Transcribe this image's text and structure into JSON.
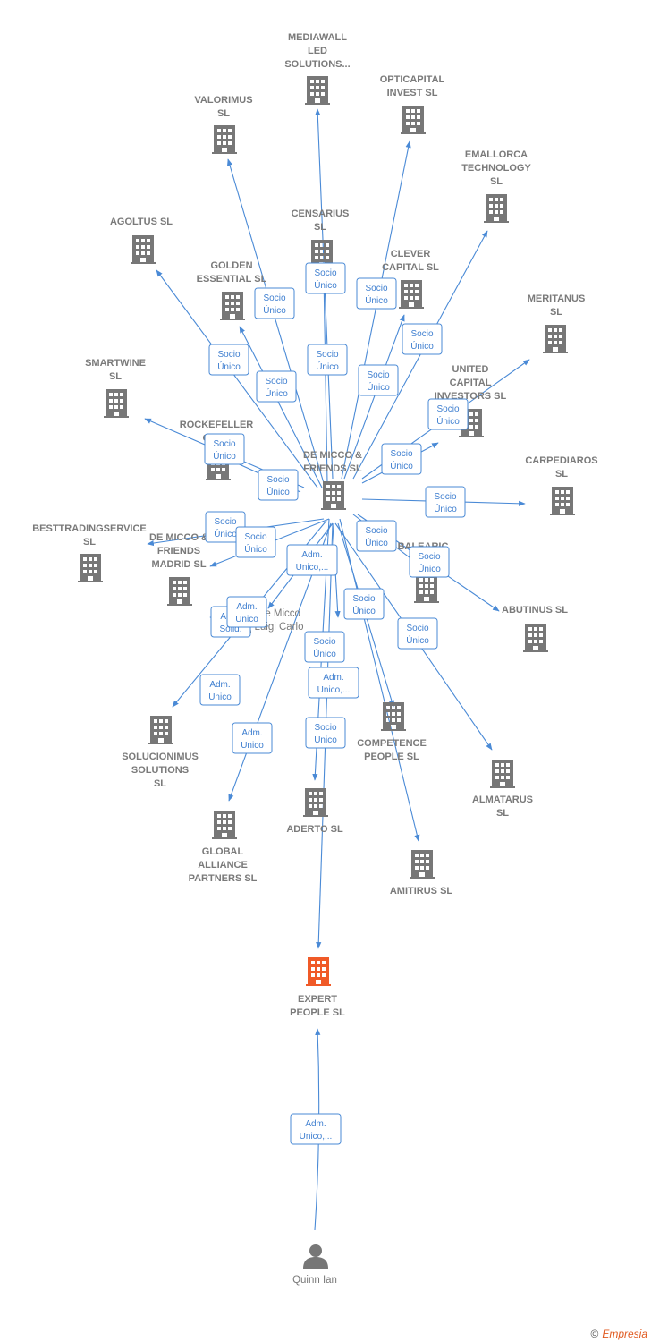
{
  "colors": {
    "node": "#777777",
    "highlight": "#f05a28",
    "edge": "#4a8ad6"
  },
  "nodes": [
    {
      "id": "mediawall",
      "lines": [
        "MEDIAWALL",
        "LED",
        "SOLUTIONS..."
      ],
      "icon": "building-icon"
    },
    {
      "id": "opticapital",
      "lines": [
        "OPTICAPITAL",
        "INVEST  SL"
      ],
      "icon": "building-icon"
    },
    {
      "id": "valorimus",
      "lines": [
        "VALORIMUS",
        "SL"
      ],
      "icon": "building-icon"
    },
    {
      "id": "emallorca",
      "lines": [
        "EMALLORCA",
        "TECHNOLOGY",
        "SL"
      ],
      "icon": "building-icon"
    },
    {
      "id": "agoltus",
      "lines": [
        "AGOLTUS  SL"
      ],
      "icon": "building-icon"
    },
    {
      "id": "censarius",
      "lines": [
        "CENSARIUS",
        "SL"
      ],
      "icon": "building-icon"
    },
    {
      "id": "golden",
      "lines": [
        "GOLDEN",
        "ESSENTIAL  SL"
      ],
      "icon": "building-icon"
    },
    {
      "id": "clever",
      "lines": [
        "CLEVER",
        "CAPITAL  SL"
      ],
      "icon": "building-icon"
    },
    {
      "id": "meritanus",
      "lines": [
        "MERITANUS",
        "SL"
      ],
      "icon": "building-icon"
    },
    {
      "id": "smartwine",
      "lines": [
        "SMARTWINE",
        "SL"
      ],
      "icon": "building-icon"
    },
    {
      "id": "united",
      "lines": [
        "UNITED",
        "CAPITAL",
        "INVESTORS  SL"
      ],
      "icon": "building-icon"
    },
    {
      "id": "rockefeller",
      "lines": [
        "ROCKEFELLER",
        "CAP..."
      ],
      "icon": "building-icon"
    },
    {
      "id": "demicco",
      "lines": [
        "DE MICCO &",
        "FRIENDS  SL"
      ],
      "icon": "building-icon"
    },
    {
      "id": "carpediaros",
      "lines": [
        "CARPEDIAROS",
        "SL"
      ],
      "icon": "building-icon"
    },
    {
      "id": "besttrading",
      "lines": [
        "BESTTRADINGSERVICE",
        "SL"
      ],
      "icon": "building-icon"
    },
    {
      "id": "demiccomadrid",
      "lines": [
        "DE MICCO &",
        "FRIENDS",
        "MADRID  SL"
      ],
      "icon": "building-icon"
    },
    {
      "id": "balearic",
      "lines": [
        "BALEARIC",
        "WI..."
      ],
      "icon": "building-icon"
    },
    {
      "id": "abutinus",
      "lines": [
        "ABUTINUS  SL"
      ],
      "icon": "building-icon"
    },
    {
      "id": "solucionimus",
      "lines": [
        "SOLUCIONIMUS",
        "SOLUTIONS",
        "SL"
      ],
      "icon": "building-icon"
    },
    {
      "id": "competence",
      "lines": [
        "COMPETENCE",
        "PEOPLE  SL"
      ],
      "icon": "building-icon"
    },
    {
      "id": "almatarus",
      "lines": [
        "ALMATARUS",
        "SL"
      ],
      "icon": "building-icon"
    },
    {
      "id": "global",
      "lines": [
        "GLOBAL",
        "ALLIANCE",
        "PARTNERS  SL"
      ],
      "icon": "building-icon"
    },
    {
      "id": "aderto",
      "lines": [
        "ADERTO  SL"
      ],
      "icon": "building-icon"
    },
    {
      "id": "amitirus",
      "lines": [
        "AMITIRUS  SL"
      ],
      "icon": "building-icon"
    },
    {
      "id": "expert",
      "lines": [
        "EXPERT",
        "PEOPLE  SL"
      ],
      "icon": "building-icon",
      "highlight": true
    },
    {
      "id": "person_demicco",
      "lines": [
        "De Micco",
        "Luigi Carlo"
      ],
      "icon": "person-icon",
      "person": true
    },
    {
      "id": "quinn",
      "lines": [
        "Quinn Ian"
      ],
      "icon": "person-icon",
      "person": true
    }
  ],
  "edge_labels": [
    [
      "Socio",
      "Único"
    ],
    [
      "Socio",
      "Único"
    ],
    [
      "Socio",
      "Único"
    ],
    [
      "Socio",
      "Único"
    ],
    [
      "Socio",
      "Único"
    ],
    [
      "Socio",
      "Único"
    ],
    [
      "Socio",
      "Único"
    ],
    [
      "Socio",
      "Único"
    ],
    [
      "Socio",
      "Único"
    ],
    [
      "Socio",
      "Único"
    ],
    [
      "Socio",
      "Único"
    ],
    [
      "Socio",
      "Único"
    ],
    [
      "Socio",
      "Único"
    ],
    [
      "Adm.",
      "Unico,..."
    ],
    [
      "Socio",
      "Único"
    ],
    [
      "Socio",
      "Único"
    ],
    [
      "Socio",
      "Único"
    ],
    [
      "Socio",
      "Único"
    ],
    [
      "Socio",
      "Único"
    ],
    [
      "Adm.",
      "Unico,..."
    ],
    [
      "Socio",
      "Único"
    ],
    [
      "Socio",
      "Único"
    ],
    [
      "Adm.",
      "Unico"
    ],
    [
      "Adm.",
      "Unico"
    ],
    [
      "Socio",
      "Único"
    ],
    [
      "Adm.",
      "Unico,..."
    ],
    [
      "Adm.",
      "Solid."
    ],
    [
      "Adm.",
      "Unico"
    ]
  ],
  "footer": {
    "copyright": "©",
    "brand": "Empresia"
  }
}
